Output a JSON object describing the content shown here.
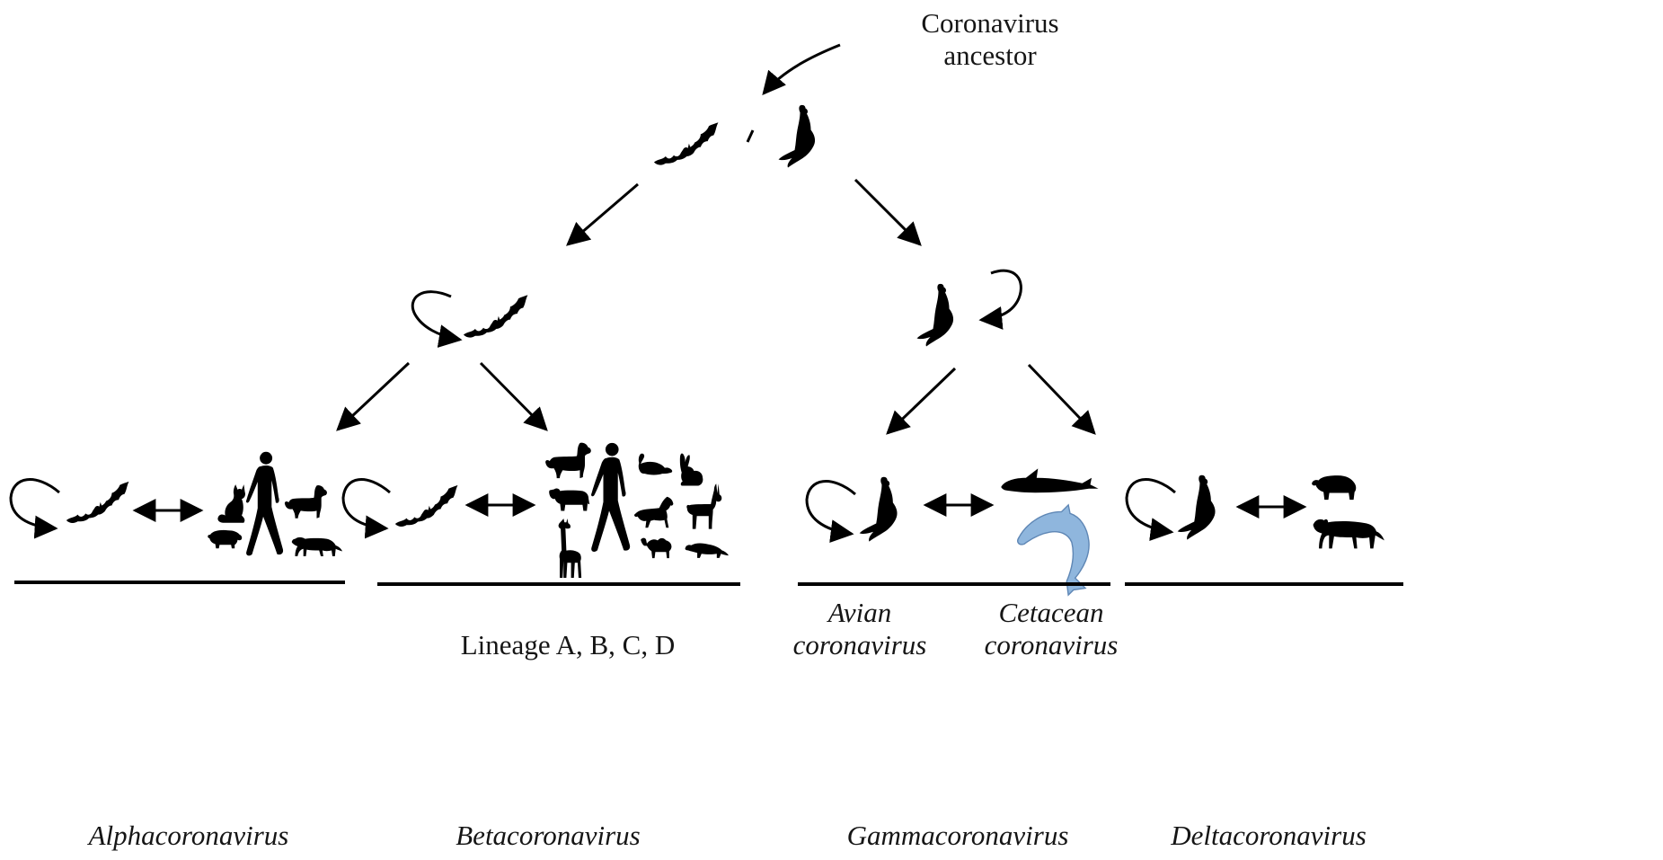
{
  "ancestor_label": [
    "Coronavirus",
    "ancestor"
  ],
  "lineage_label": "Lineage A, B, C, D",
  "subgroups": {
    "avian": [
      "Avian",
      "coronavirus"
    ],
    "cetacean": [
      "Cetacean",
      "coronavirus"
    ]
  },
  "genera": [
    "Alphacoronavirus",
    "Betacoronavirus",
    "Gammacoronavirus",
    "Deltacoronavirus"
  ],
  "icons": {
    "bat": "bat-icon",
    "bird": "bird-icon",
    "human": "human-icon",
    "cat": "cat-icon",
    "dog": "dog-icon",
    "pig": "pig-icon",
    "civet": "civet-icon",
    "camel": "camel-icon",
    "mouse": "mouse-icon",
    "rabbit": "rabbit-icon",
    "cow": "cow-icon",
    "horse": "horse-icon",
    "antelope": "antelope-icon",
    "giraffe": "giraffe-icon",
    "ferret": "ferret-icon",
    "whale": "whale-icon",
    "dolphin": "dolphin-icon",
    "leopard": "leopard-icon"
  },
  "colors": {
    "ink": "#000000",
    "dolphin": "#8fb6dd"
  }
}
